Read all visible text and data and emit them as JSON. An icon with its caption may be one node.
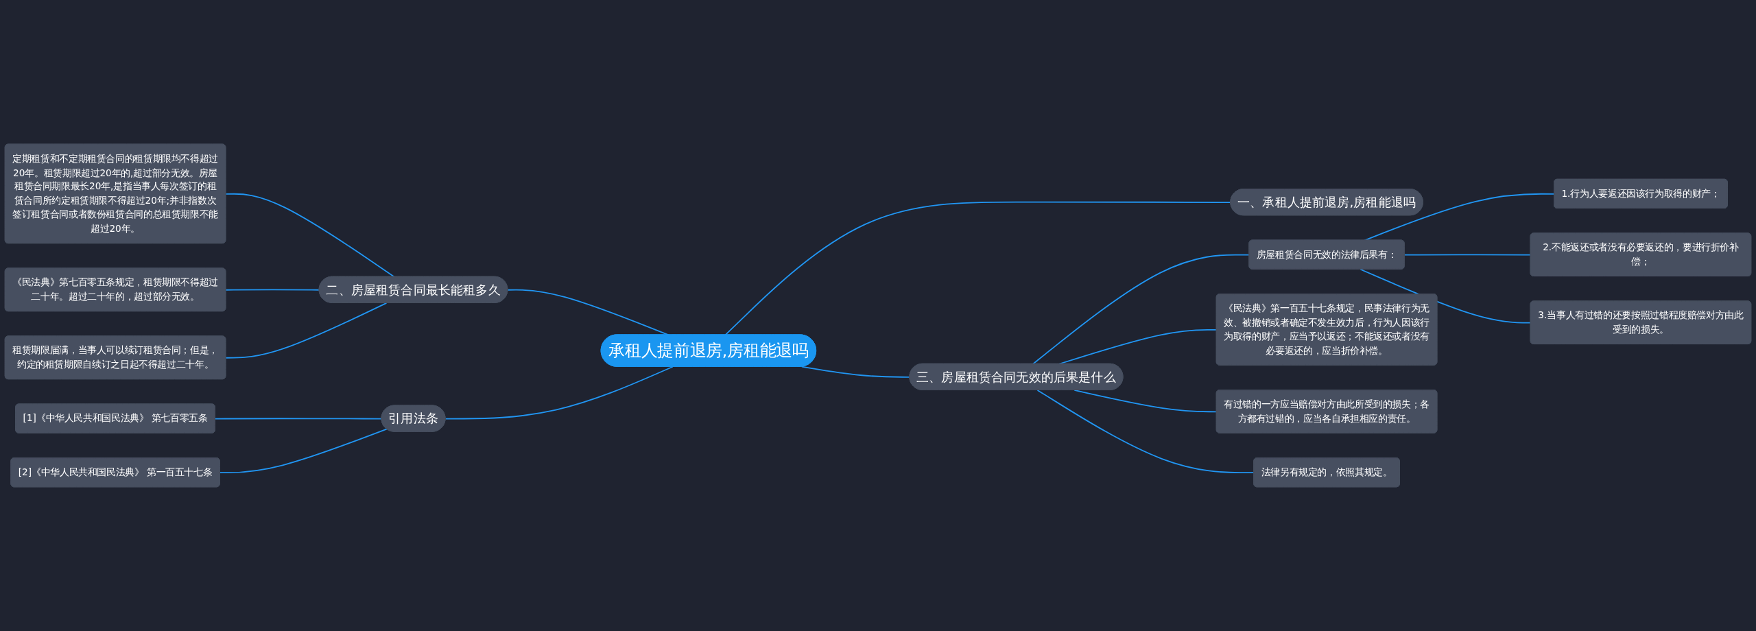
{
  "diagram": {
    "nodes": [
      {
        "text": [
          "承租人提前退房,房租能退吗"
        ]
      },
      {
        "text": [
          "一、承租人提前退房,房租能退吗"
        ]
      },
      {
        "text": [
          "二、房屋租赁合同最长能租多久"
        ]
      },
      {
        "text": [
          "定期租赁和不定期租赁合同的租赁期限均不得超过20年。租赁期限超过20年的,超过部分无效。房屋租赁合同期限最长20年,是指当事人每次签订的租赁合同所约定租赁期限不得超过20年;并非指数次签订租赁合同或者数份租赁合同的总租赁期限不能超过20年。"
        ]
      },
      {
        "text": [
          "《民法典》第七百零五条规定，租赁期限不得超过二十年。超过二十年的，超过部分无效。"
        ]
      },
      {
        "text": [
          "租赁期限届满，当事人可以续订租赁合同；但是，约定的租赁期限自续订之日起不得超过二十年。"
        ]
      },
      {
        "text": [
          "引用法条"
        ]
      },
      {
        "text": [
          "[1]《中华人民共和国民法典》 第七百零五条"
        ]
      },
      {
        "text": [
          "[2]《中华人民共和国民法典》 第一百五十七条"
        ]
      },
      {
        "text": [
          "三、房屋租赁合同无效的后果是什么"
        ]
      },
      {
        "text": [
          "房屋租赁合同无效的法律后果有："
        ]
      },
      {
        "text": [
          "1.行为人要返还因该行为取得的财产；"
        ]
      },
      {
        "text": [
          "2.不能返还或者没有必要返还的，要进行折价补偿；"
        ]
      },
      {
        "text": [
          "3.当事人有过错的还要按照过错程度赔偿对方由此受到的损失。"
        ]
      },
      {
        "text": [
          "《民法典》第一百五十七条规定，民事法律行为无效、被撤销或者确定不发生效力后，行为人因该行为取得的财产，应当予以返还；不能返还或者没有必要返还的，应当折价补偿。"
        ]
      },
      {
        "text": [
          "有过错的一方应当赔偿对方由此所受到的损失；各方都有过错的，应当各自承担相应的责任。"
        ]
      },
      {
        "text": [
          "法律另有规定的，依照其规定。"
        ]
      }
    ],
    "edges": [
      {
        "from": 0,
        "to": 1,
        "arrow": "none"
      },
      {
        "from": 0,
        "to": 2,
        "arrow": "none"
      },
      {
        "from": 2,
        "to": 3,
        "arrow": "none"
      },
      {
        "from": 2,
        "to": 4,
        "arrow": "none"
      },
      {
        "from": 2,
        "to": 5,
        "arrow": "none"
      },
      {
        "from": 0,
        "to": 6,
        "arrow": "none"
      },
      {
        "from": 6,
        "to": 7,
        "arrow": "none"
      },
      {
        "from": 6,
        "to": 8,
        "arrow": "none"
      },
      {
        "from": 0,
        "to": 9,
        "arrow": "none"
      },
      {
        "from": 9,
        "to": 10,
        "arrow": "none"
      },
      {
        "from": 10,
        "to": 11,
        "arrow": "none"
      },
      {
        "from": 10,
        "to": 12,
        "arrow": "none"
      },
      {
        "from": 10,
        "to": 13,
        "arrow": "none"
      },
      {
        "from": 9,
        "to": 14,
        "arrow": "none"
      },
      {
        "from": 9,
        "to": 15,
        "arrow": "none"
      },
      {
        "from": 9,
        "to": 16,
        "arrow": "none"
      }
    ]
  }
}
